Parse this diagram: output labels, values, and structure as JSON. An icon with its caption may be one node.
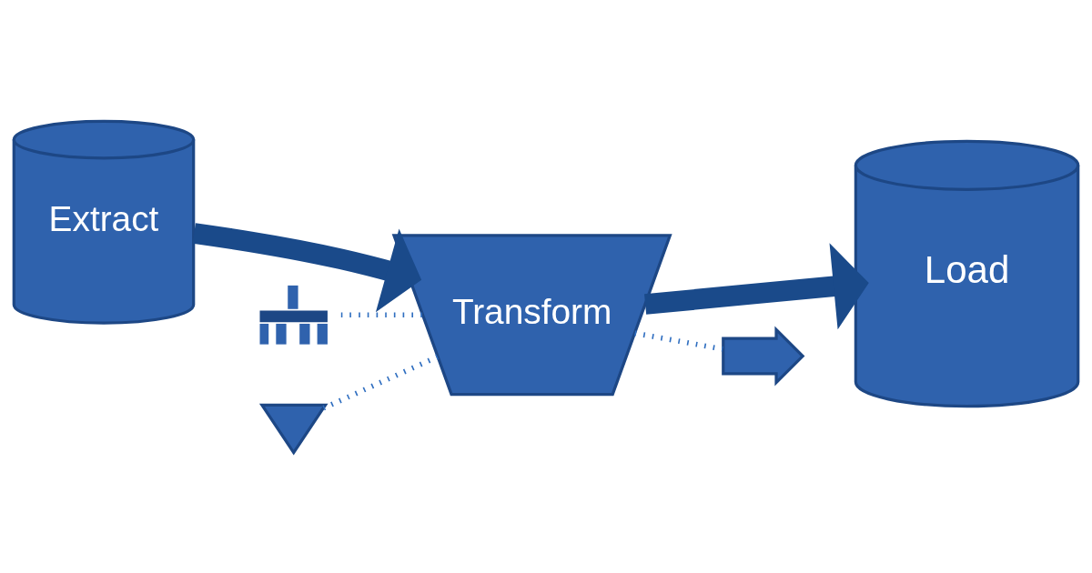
{
  "diagram": {
    "nodes": [
      {
        "text": [
          "Extract"
        ]
      },
      {
        "text": [
          "Transform"
        ]
      },
      {
        "text": [
          "Load"
        ]
      },
      {
        "text": [],
        "shape": "brush"
      },
      {
        "text": [],
        "shape": "funnel"
      },
      {
        "text": [],
        "shape": "arrow"
      }
    ],
    "edges": [
      {
        "from": 0,
        "to": 1,
        "arrow": "to",
        "style": "thick"
      },
      {
        "from": 3,
        "to": 1,
        "arrow": "none",
        "style": "dashed"
      },
      {
        "from": 4,
        "to": 1,
        "arrow": "none",
        "style": "dashed"
      },
      {
        "from": 1,
        "to": 5,
        "arrow": "none",
        "style": "dashed"
      },
      {
        "from": 1,
        "to": 2,
        "arrow": "to",
        "style": "thick"
      }
    ]
  }
}
